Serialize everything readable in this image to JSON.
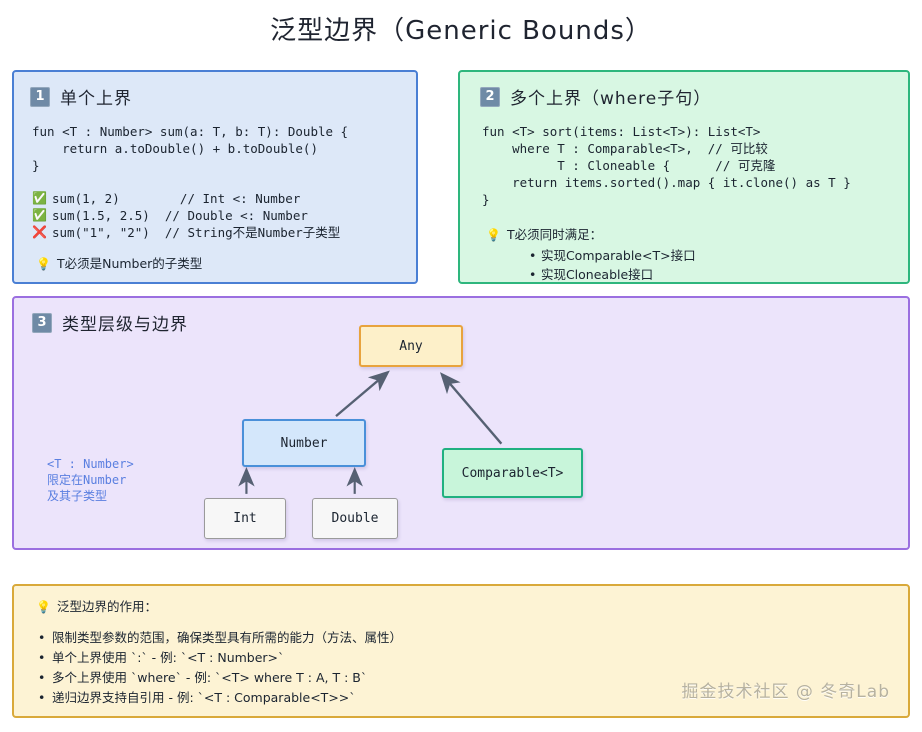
{
  "title": "泛型边界（Generic Bounds）",
  "colors": {
    "panel1_border": "#4a7fd4",
    "panel1_bg": "#dde8f8",
    "panel2_border": "#2eb67d",
    "panel2_bg": "#d8f7e3",
    "panel3_border": "#9b6fe0",
    "panel3_bg": "#ece4fb",
    "panel4_border": "#d9a93a",
    "panel4_bg": "#fdf3d4",
    "badge": "#6f8aa6",
    "annotation_text": "#5a7fe0"
  },
  "panel1": {
    "badge": "1",
    "title": "单个上界",
    "code": "fun <T : Number> sum(a: T, b: T): Double {\n    return a.toDouble() + b.toDouble()\n}",
    "examples": [
      {
        "mark": "✅",
        "mark_name": "check-icon",
        "text": "sum(1, 2)        // Int <: Number"
      },
      {
        "mark": "✅",
        "mark_name": "check-icon",
        "text": "sum(1.5, 2.5)  // Double <: Number"
      },
      {
        "mark": "❌",
        "mark_name": "cross-icon",
        "text": "sum(\"1\", \"2\")  // String不是Number子类型"
      }
    ],
    "note_icon": "💡",
    "note": "T必须是Number的子类型"
  },
  "panel2": {
    "badge": "2",
    "title": "多个上界（where子句）",
    "code": "fun <T> sort(items: List<T>): List<T>\n    where T : Comparable<T>,  // 可比较\n          T : Cloneable {      // 可克隆\n    return items.sorted().map { it.clone() as T }\n}",
    "note_icon": "💡",
    "note": "T必须同时满足：",
    "sublist": [
      "实现Comparable<T>接口",
      "实现Cloneable接口"
    ]
  },
  "panel3": {
    "badge": "3",
    "title": "类型层级与边界",
    "annotation": "<T : Number>\n限定在Number\n及其子类型",
    "boxes": {
      "any": "Any",
      "number": "Number",
      "comparable": "Comparable<T>",
      "int": "Int",
      "double": "Double"
    },
    "edges": [
      {
        "from": "Number",
        "to": "Any"
      },
      {
        "from": "Comparable<T>",
        "to": "Any"
      },
      {
        "from": "Int",
        "to": "Number"
      },
      {
        "from": "Double",
        "to": "Number"
      }
    ]
  },
  "panel4": {
    "note_icon": "💡",
    "note": "泛型边界的作用：",
    "bullets": [
      "限制类型参数的范围，确保类型具有所需的能力（方法、属性）",
      "单个上界使用 `:` - 例: `<T : Number>`",
      "多个上界使用 `where` - 例: `<T> where T : A, T : B`",
      "递归边界支持自引用 - 例: `<T : Comparable<T>>`"
    ]
  },
  "watermark": "掘金技术社区 @ 冬奇Lab"
}
